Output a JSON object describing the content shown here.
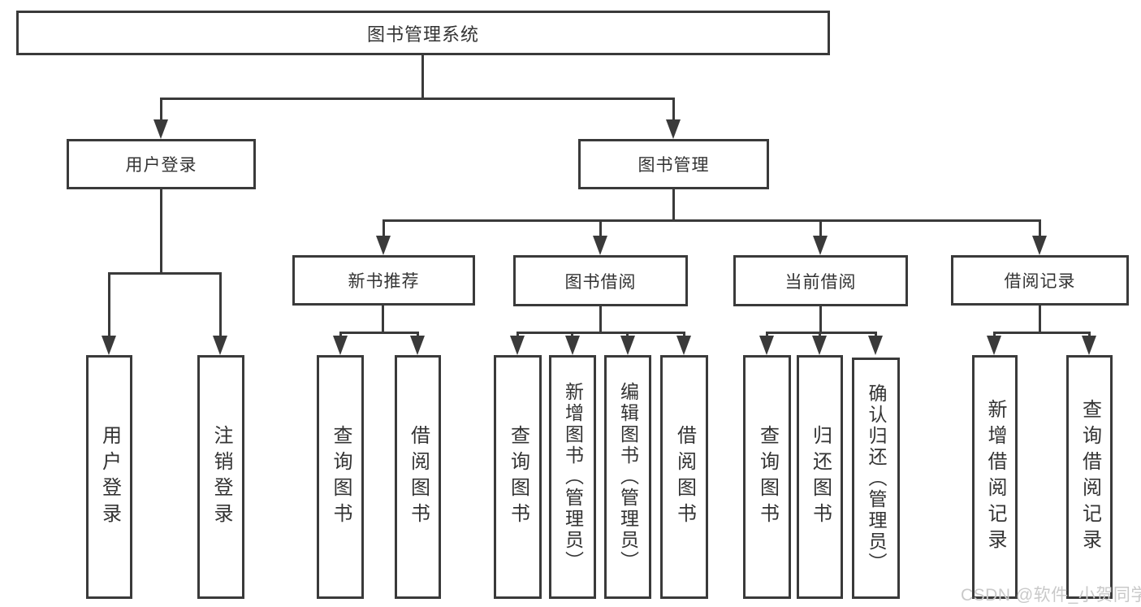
{
  "diagram": {
    "line_color": "#3a3a3a",
    "text_color": "#333333",
    "watermark": "CSDN @软件_小贺同学",
    "tree": {
      "label": "图书管理系统",
      "children": [
        {
          "label": "用户登录",
          "children": [
            {
              "label": "用户登录"
            },
            {
              "label": "注销登录"
            }
          ]
        },
        {
          "label": "图书管理",
          "children": [
            {
              "label": "新书推荐",
              "children": [
                {
                  "label": "查询图书"
                },
                {
                  "label": "借阅图书"
                }
              ]
            },
            {
              "label": "图书借阅",
              "children": [
                {
                  "label": "查询图书"
                },
                {
                  "label": "新增图书（管理员）"
                },
                {
                  "label": "编辑图书（管理员）"
                },
                {
                  "label": "借阅图书"
                }
              ]
            },
            {
              "label": "当前借阅",
              "children": [
                {
                  "label": "查询图书"
                },
                {
                  "label": "归还图书"
                },
                {
                  "label": "确认归还（管理员）"
                }
              ]
            },
            {
              "label": "借阅记录",
              "children": [
                {
                  "label": "新增借阅记录"
                },
                {
                  "label": "查询借阅记录"
                }
              ]
            }
          ]
        }
      ]
    }
  }
}
